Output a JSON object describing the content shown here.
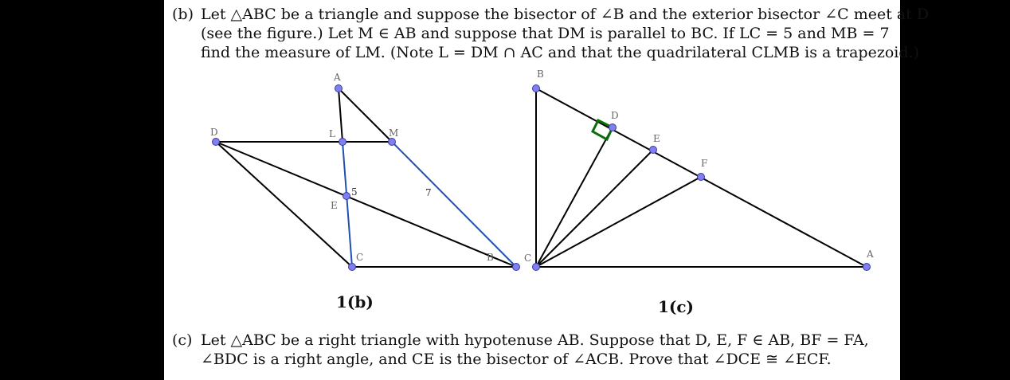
{
  "problem_b": {
    "label": "(b)",
    "lines": [
      "Let △ABC be a triangle and suppose the bisector of ∠B and the exterior bisector ∠C meet at D",
      "(see the figure.) Let M ∈ AB and suppose that DM is parallel to BC. If LC = 5 and MB = 7",
      "find the measure of LM. (Note L = DM ∩ AC and that the quadrilateral CLMB is a trapezoid.)"
    ]
  },
  "figure_b": {
    "caption": "1(b)",
    "point_labels": {
      "A": "A",
      "D": "D",
      "L": "L",
      "M": "M",
      "E": "E",
      "C": "C",
      "B": "B"
    },
    "segment_labels": {
      "LC": "5",
      "MB": "7"
    }
  },
  "figure_c": {
    "caption": "1(c)",
    "point_labels": {
      "B": "B",
      "D": "D",
      "E": "E",
      "F": "F",
      "C": "C",
      "A": "A"
    }
  },
  "problem_c": {
    "label": "(c)",
    "lines": [
      "Let △ABC be a right triangle with hypotenuse AB. Suppose that D, E, F ∈ AB, BF = FA,",
      "∠BDC is a right angle, and CE is the bisector of ∠ACB. Prove that ∠DCE ≅ ∠ECF."
    ]
  },
  "colors": {
    "point_fill": "#7f7ff0",
    "point_stroke": "#3a3aa0",
    "blue_segment": "#2050b0",
    "right_angle_mark": "#0a6e0a",
    "label_gray": "#666666"
  }
}
